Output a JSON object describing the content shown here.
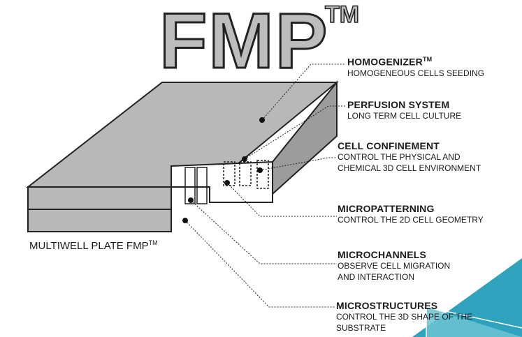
{
  "logo": {
    "text": "FMP",
    "tm": "TM"
  },
  "plate_label": {
    "text": "MULTIWELL PLATE FMP",
    "tm": "TM"
  },
  "features": [
    {
      "title": "HOMOGENIZER",
      "tm": "TM",
      "desc": [
        "HOMOGENEOUS CELLS SEEDING"
      ]
    },
    {
      "title": "PERFUSION SYSTEM",
      "desc": [
        "LONG TERM CELL CULTURE"
      ]
    },
    {
      "title": "CELL CONFINEMENT",
      "desc": [
        "CONTROL THE PHYSICAL AND",
        "CHEMICAL 3D CELL ENVIRONMENT"
      ]
    },
    {
      "title": "MICROPATTERNING",
      "desc": [
        "CONTROL THE 2D CELL GEOMETRY"
      ]
    },
    {
      "title": "MICROCHANNELS",
      "desc": [
        "OBSERVE CELL MIGRATION",
        "AND INTERACTION"
      ]
    },
    {
      "title": "MICROSTRUCTURES",
      "desc": [
        "CONTROL THE 3D SHAPE OF THE SUBSTRATE"
      ]
    }
  ],
  "colors": {
    "plate": "#b8b8b8",
    "accent": "#2fa3bd"
  }
}
